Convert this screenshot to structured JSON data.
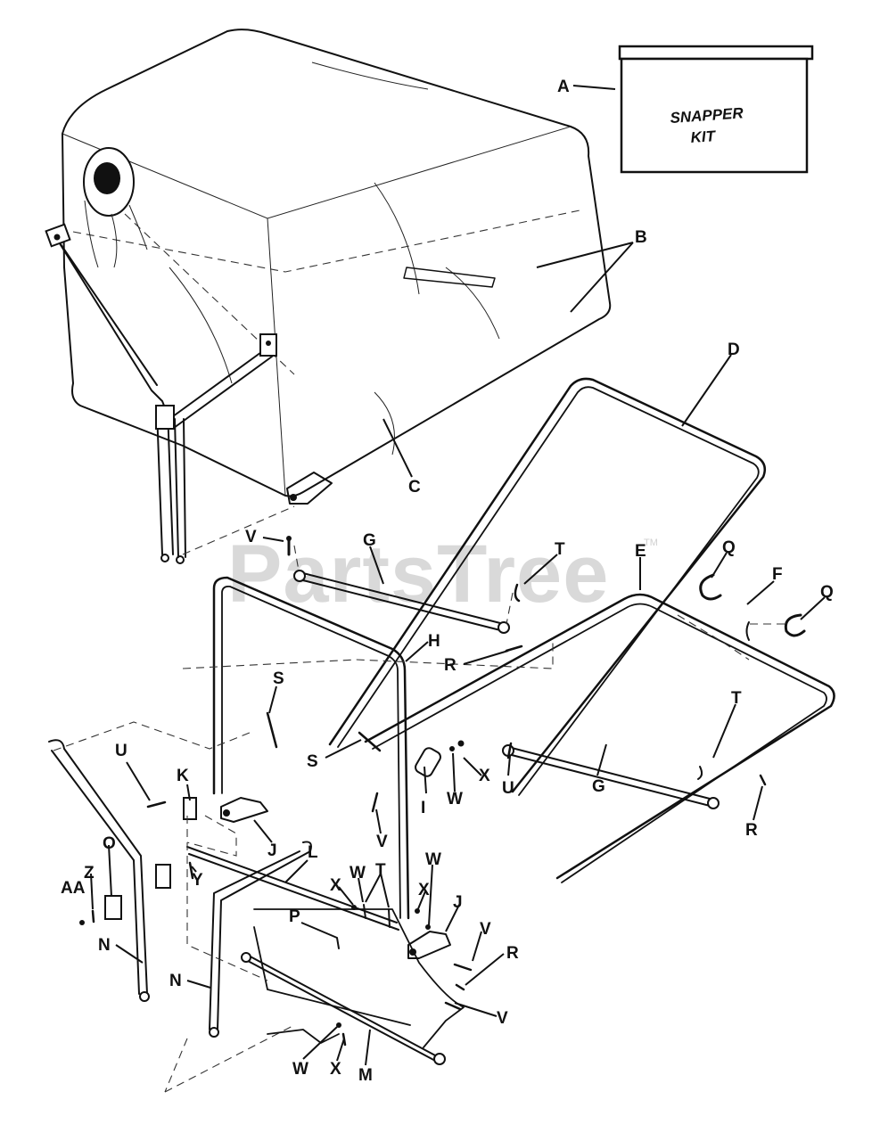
{
  "kit_box": {
    "line1": "SNAPPER",
    "line2": "KIT"
  },
  "watermark": {
    "text": "PartsTree",
    "tm": "TM"
  },
  "callouts": {
    "A": "A",
    "B": "B",
    "C": "C",
    "D": "D",
    "E": "E",
    "F": "F",
    "G": "G",
    "H": "H",
    "I": "I",
    "J": "J",
    "K": "K",
    "L": "L",
    "M": "M",
    "N": "N",
    "O": "O",
    "P": "P",
    "Q": "Q",
    "R": "R",
    "S": "S",
    "T": "T",
    "U": "U",
    "V": "V",
    "W": "W",
    "X": "X",
    "Y": "Y",
    "Z": "Z",
    "AA": "AA"
  }
}
